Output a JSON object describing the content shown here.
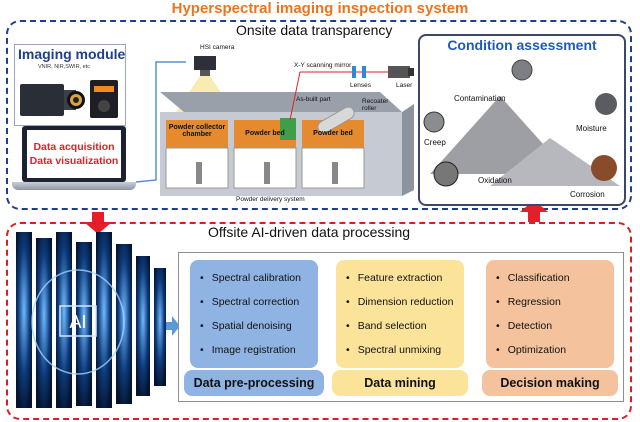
{
  "title": "Hyperspectral imaging inspection system",
  "onsite": {
    "label": "Onsite data transparency",
    "imaging_module": {
      "title": "Imaging module",
      "subtitle": "VNIR, NIR,SWIR, etc"
    },
    "laptop": {
      "line1": "Data acquisition",
      "line2": "Data visualization"
    },
    "machine": {
      "camera_label": "HSI camera",
      "mirror_label": "X-Y scanning mirror",
      "lenses_label": "Lenses",
      "laser_label": "Laser",
      "as_built_label": "As-built part",
      "recoater_label": "Recoater roller",
      "chambers": [
        "Powder collector chamber",
        "Powder bed",
        "Powder bed"
      ],
      "delivery_label": "Powder delivery system"
    },
    "condition_assessment": {
      "title": "Condition assessment",
      "items": [
        "Contamination",
        "Moisture",
        "Creep",
        "Oxidation",
        "Corrosion"
      ]
    }
  },
  "offsite": {
    "label": "Offsite AI-driven data processing",
    "ai_text": "AI",
    "panels": [
      {
        "title": "Data pre-processing",
        "color": "#8fb4e3",
        "items": [
          "Spectral calibration",
          "Spectral correction",
          "Spatial denoising",
          "Image registration"
        ]
      },
      {
        "title": "Data mining",
        "color": "#fbe39a",
        "items": [
          "Feature extraction",
          "Dimension reduction",
          "Band selection",
          "Spectral unmixing"
        ]
      },
      {
        "title": "Decision making",
        "color": "#f4c39e",
        "items": [
          "Classification",
          "Regression",
          "Detection",
          "Optimization"
        ]
      }
    ]
  },
  "colors": {
    "title": "#e8761e",
    "onsite_border": "#1f3f8a",
    "offsite_border": "#d81f26",
    "arrow_red": "#e3202a",
    "arrow_blue": "#5b9bd5"
  }
}
